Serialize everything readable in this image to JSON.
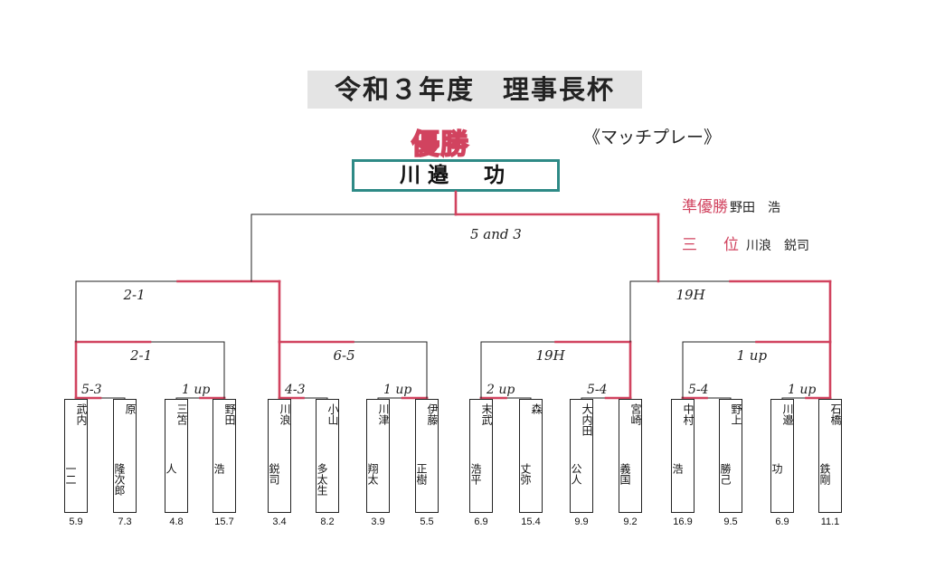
{
  "title": "令和３年度　理事長杯",
  "champion_label": "優勝",
  "format": "《マッチプレー》",
  "champion": "川邉　功",
  "awards": [
    {
      "label": "準優勝",
      "name": "野田　浩"
    },
    {
      "label": "三　位",
      "name": "川浪　鋭司"
    }
  ],
  "final_score": "5 and 3",
  "semi_scores": [
    "2-1",
    "19H"
  ],
  "quarter_scores": [
    "2-1",
    "6-5",
    "19H",
    "1 up"
  ],
  "r1_scores": [
    "5-3",
    "1 up",
    "4-3",
    "1 up",
    "2 up",
    "5-4",
    "5-4",
    "1 up"
  ],
  "players": [
    {
      "c1": "武内",
      "c2": "一二",
      "hcp": "5.9"
    },
    {
      "c1": "原",
      "c2": "隆次郎",
      "hcp": "7.3"
    },
    {
      "c1": "三笘",
      "c2": "人",
      "hcp": "4.8"
    },
    {
      "c1": "野田",
      "c2": "浩",
      "hcp": "15.7"
    },
    {
      "c1": "川浪",
      "c2": "鋭司",
      "hcp": "3.4"
    },
    {
      "c1": "小山",
      "c2": "多太生",
      "hcp": "8.2"
    },
    {
      "c1": "川津",
      "c2": "翔太",
      "hcp": "3.9"
    },
    {
      "c1": "伊藤",
      "c2": "正樹",
      "hcp": "5.5"
    },
    {
      "c1": "末武",
      "c2": "浩平",
      "hcp": "6.9"
    },
    {
      "c1": "森",
      "c2": "丈弥",
      "hcp": "15.4"
    },
    {
      "c1": "大内田",
      "c2": "公人",
      "hcp": "9.9"
    },
    {
      "c1": "宮崎",
      "c2": "義国",
      "hcp": "9.2"
    },
    {
      "c1": "中村",
      "c2": "浩",
      "hcp": "16.9"
    },
    {
      "c1": "野上",
      "c2": "勝己",
      "hcp": "9.5"
    },
    {
      "c1": "川邉",
      "c2": "功",
      "hcp": "6.9"
    },
    {
      "c1": "石橋",
      "c2": "鉄剛",
      "hcp": "11.1"
    }
  ],
  "colors": {
    "winner_line": "#d1435f",
    "line": "#222222",
    "champion_box_border": "#2e8a86"
  }
}
